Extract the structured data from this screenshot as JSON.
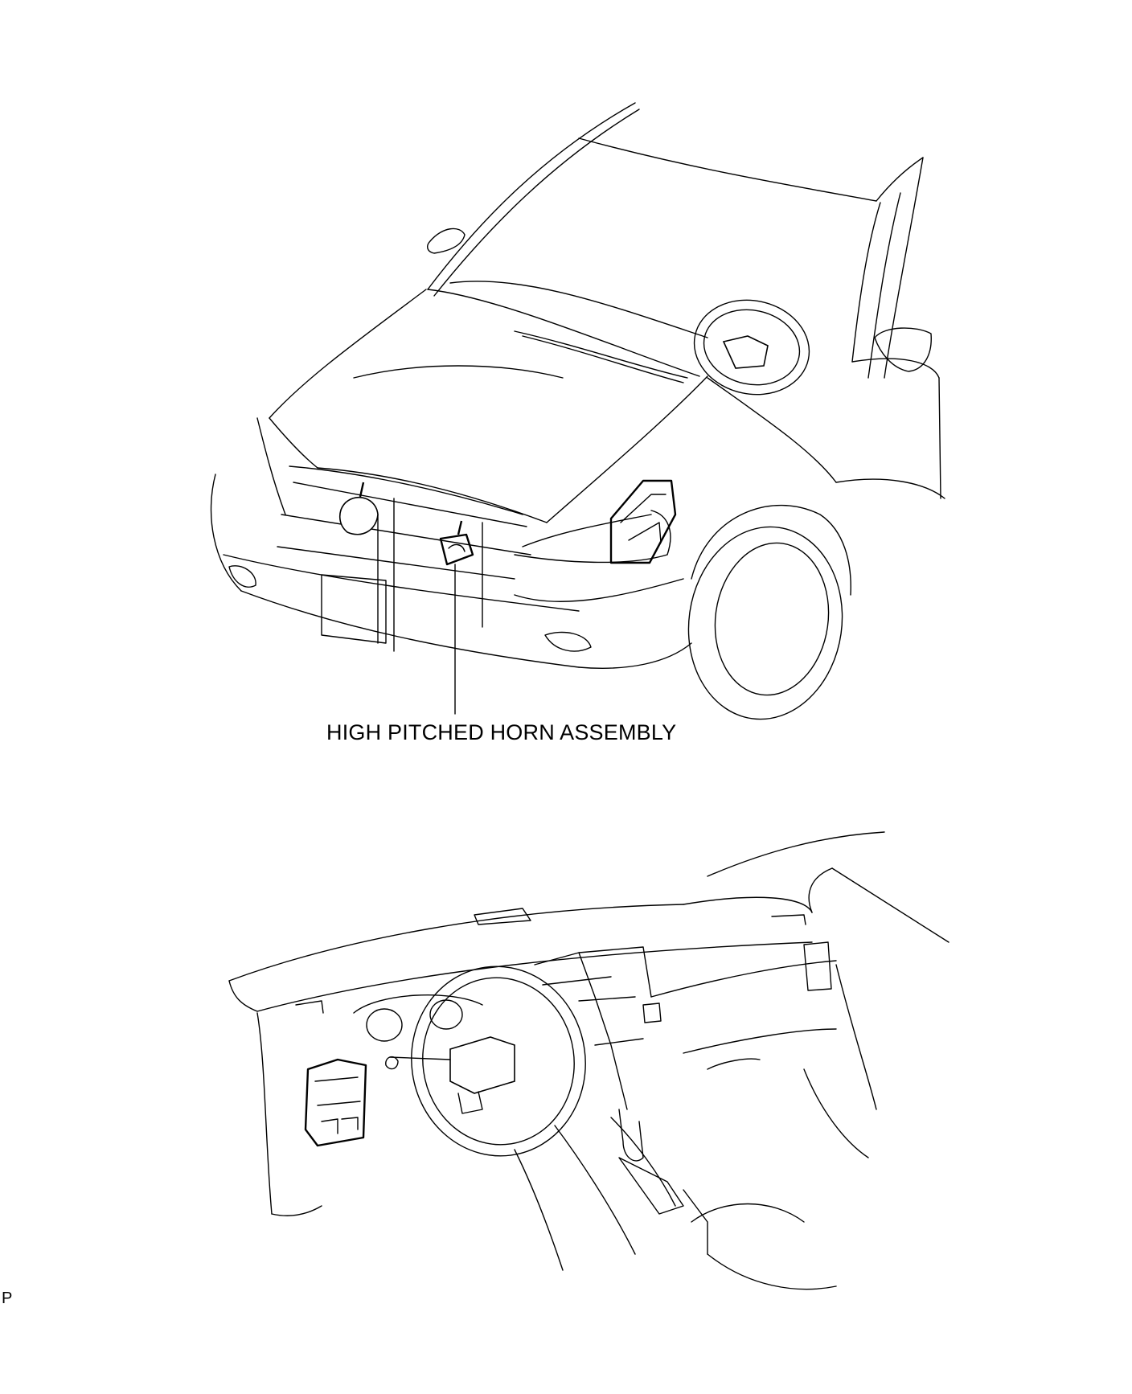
{
  "callouts": [
    {
      "id": "high-pitched-horn",
      "label": "HIGH PITCHED HORN ASSEMBLY"
    }
  ],
  "footer": {
    "code": "P"
  }
}
